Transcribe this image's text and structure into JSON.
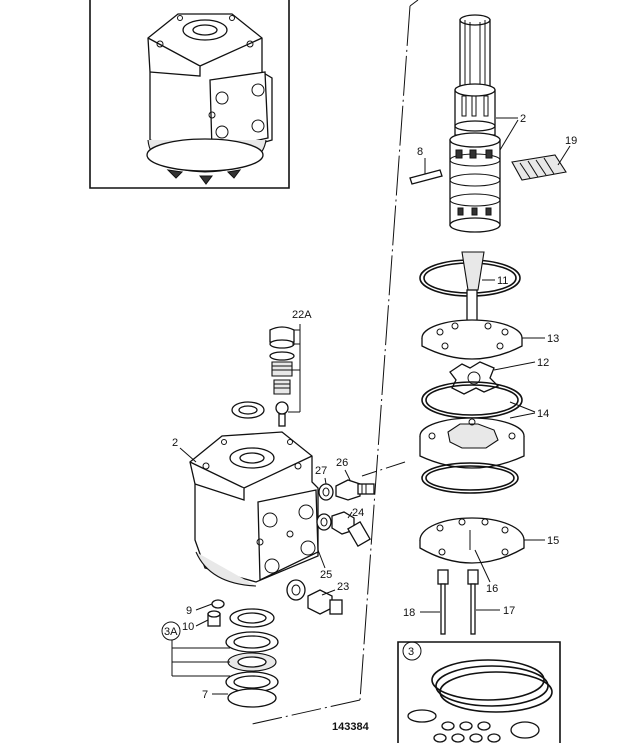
{
  "drawing_number": "143384",
  "part_labels": {
    "p2_top": "2",
    "p19": "19",
    "p8": "8",
    "p11": "11",
    "p13": "13",
    "p12": "12",
    "p14": "14",
    "p22a": "22A",
    "p2_body": "2",
    "p26": "26",
    "p27": "27",
    "p24": "24",
    "p25": "25",
    "p23": "23",
    "p15": "15",
    "p16": "16",
    "p18": "18",
    "p17": "17",
    "p9": "9",
    "p10": "10",
    "p3a": "3A",
    "p7": "7",
    "p3": "3"
  }
}
